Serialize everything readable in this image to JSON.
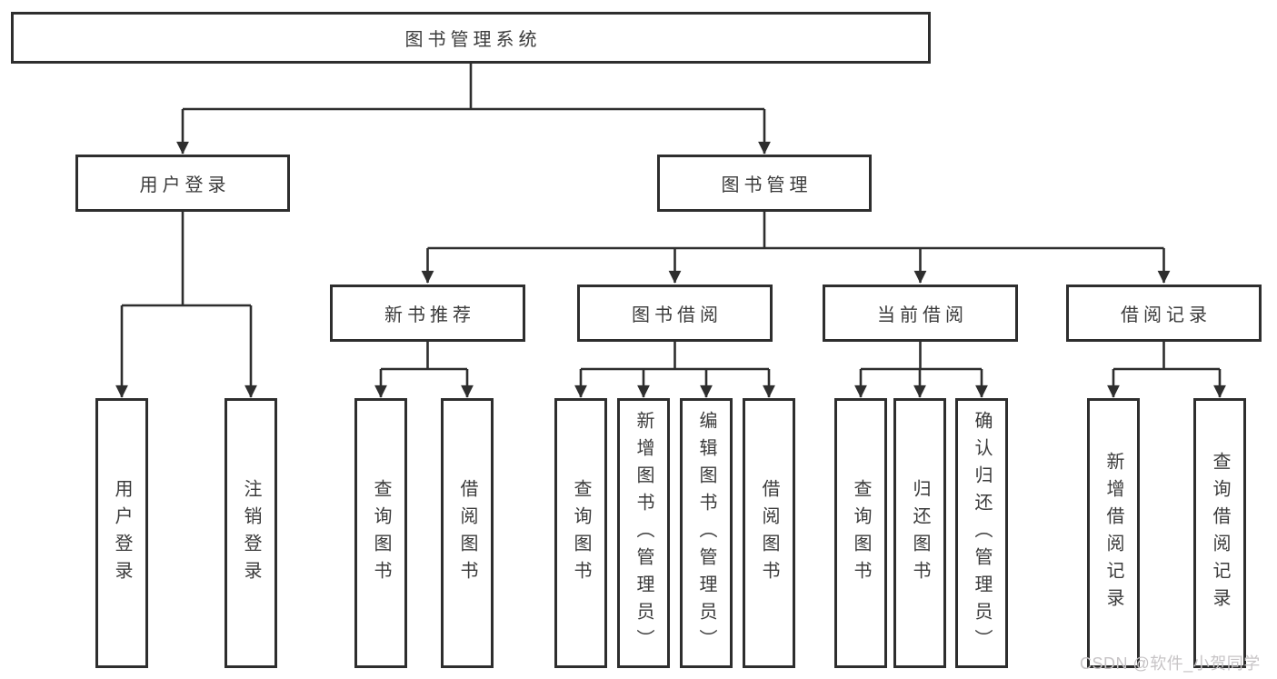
{
  "tree": {
    "root": "图书管理系统",
    "branches": [
      {
        "label": "用户登录",
        "children": [
          "用户登录",
          "注销登录"
        ]
      },
      {
        "label": "图书管理",
        "modules": [
          {
            "label": "新书推荐",
            "children": [
              "查询图书",
              "借阅图书"
            ]
          },
          {
            "label": "图书借阅",
            "children": [
              "查询图书",
              "新增图书（管理员）",
              "编辑图书（管理员）",
              "借阅图书"
            ]
          },
          {
            "label": "当前借阅",
            "children": [
              "查询图书",
              "归还图书",
              "确认归还（管理员）"
            ]
          },
          {
            "label": "借阅记录",
            "children": [
              "新增借阅记录",
              "查询借阅记录"
            ]
          }
        ]
      }
    ]
  },
  "watermark": {
    "text": "CSDN @软件_小贺同学"
  },
  "colors": {
    "line": "#2e2e2e",
    "box_border": "#2e2e2e",
    "text": "#3b3b3b",
    "background": "#ffffff",
    "watermark": "#c7c4c6"
  }
}
